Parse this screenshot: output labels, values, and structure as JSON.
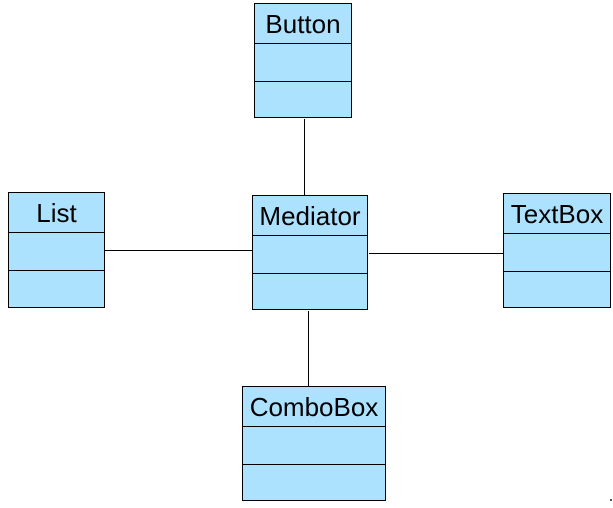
{
  "diagram": {
    "type": "uml-class-diagram",
    "background_color": "#FFFFFF",
    "node_fill_color": "#ADE2FF",
    "line_color": "#000000"
  },
  "classes": [
    {
      "name": "Button",
      "attributes": "",
      "operations": ""
    },
    {
      "name": "List",
      "attributes": "",
      "operations": ""
    },
    {
      "name": "Mediator",
      "attributes": "",
      "operations": ""
    },
    {
      "name": "TextBox",
      "attributes": "",
      "operations": ""
    },
    {
      "name": "ComboBox",
      "attributes": "",
      "operations": ""
    }
  ],
  "connections": [
    {
      "from": "Mediator",
      "to": "Button"
    },
    {
      "from": "Mediator",
      "to": "List"
    },
    {
      "from": "Mediator",
      "to": "TextBox"
    },
    {
      "from": "Mediator",
      "to": "ComboBox"
    }
  ]
}
